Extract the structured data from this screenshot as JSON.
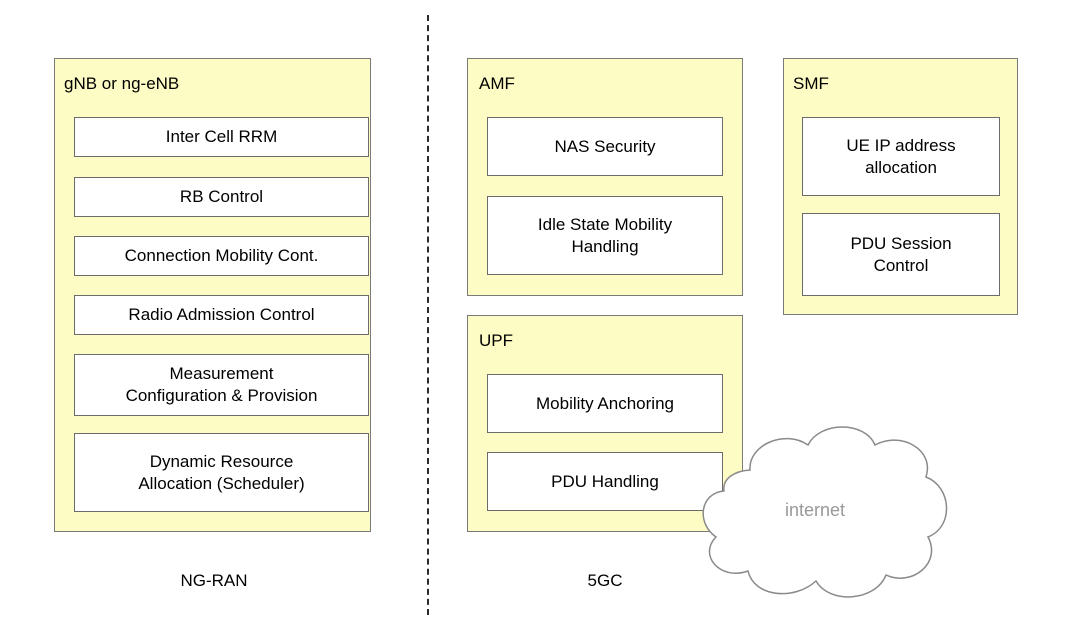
{
  "ran_panel": {
    "title": "gNB or ng-eNB",
    "functions": [
      "Inter Cell RRM",
      "RB Control",
      "Connection Mobility Cont.",
      "Radio Admission Control",
      "Measurement\nConfiguration & Provision",
      "Dynamic Resource\nAllocation (Scheduler)"
    ]
  },
  "amf_panel": {
    "title": "AMF",
    "functions": [
      "NAS Security",
      "Idle State Mobility\nHandling"
    ]
  },
  "smf_panel": {
    "title": "SMF",
    "functions": [
      "UE IP address\nallocation",
      "PDU Session\nControl"
    ]
  },
  "upf_panel": {
    "title": "UPF",
    "functions": [
      "Mobility Anchoring",
      "PDU Handling"
    ]
  },
  "cloud": {
    "label": "internet"
  },
  "footer": {
    "left": "NG-RAN",
    "right": "5GC"
  },
  "colors": {
    "panel_fill": "#fdfcc4",
    "box_fill": "#ffffff",
    "outline": "#7a7a7a",
    "cloud_text": "#999999"
  }
}
